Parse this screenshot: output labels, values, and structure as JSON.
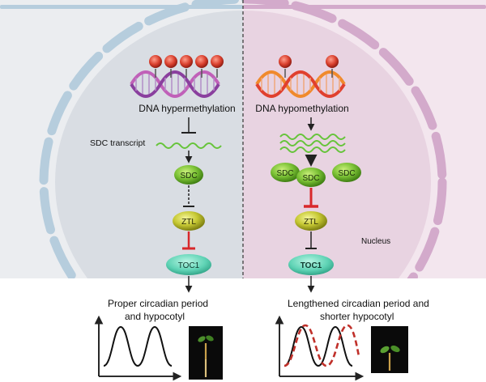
{
  "left": {
    "methylation_label": "DNA hypermethylation",
    "transcript_label": "SDC transcript",
    "sdc_label": "SDC",
    "ztl_label": "ZTL",
    "toc1_label": "TOC1",
    "phenotype_line1": "Proper circadian period",
    "phenotype_line2": "and hypocotyl"
  },
  "right": {
    "methylation_label": "DNA hypomethylation",
    "sdc_labels": [
      "SDC",
      "SDC",
      "SDC"
    ],
    "ztl_label": "ZTL",
    "toc1_label": "TOC1",
    "nucleus_label": "Nucleus",
    "phenotype_line1": "Lengthened circadian period and",
    "phenotype_line2": "shorter hypocotyl"
  },
  "colors": {
    "left_bg": "#ebedf0",
    "right_bg": "#f3e6ee",
    "nucleus_left": "#d9dde3",
    "nucleus_right": "#e8d3e1",
    "envelope_left": "#b6cddd",
    "envelope_right": "#d3aacb",
    "sdc_green": "#7cc236",
    "ztl_yellow": "#c7c934",
    "toc1_teal": "#5fd3b5",
    "inhibit_red": "#d8282b",
    "dashed_curve": "#c0302a"
  }
}
